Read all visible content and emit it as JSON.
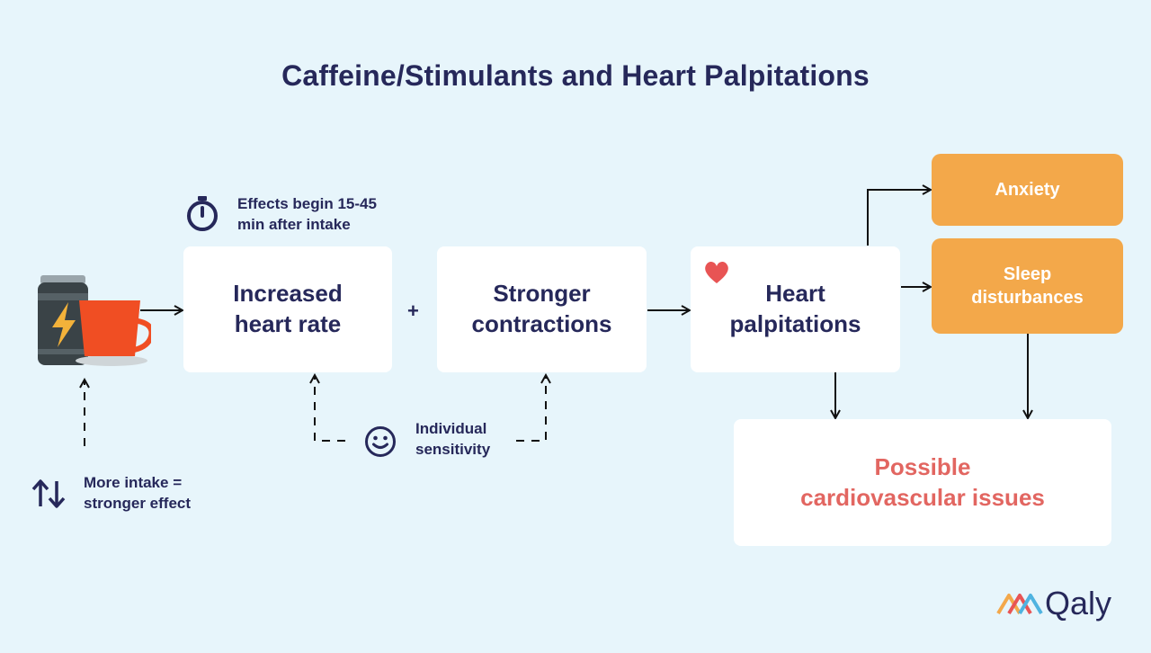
{
  "title": "Caffeine/Stimulants and Heart Palpitations",
  "nodes": {
    "heart_rate": "Increased\nheart rate",
    "contractions": "Stronger\ncontractions",
    "palpitations": "Heart\npalpitations",
    "anxiety": "Anxiety",
    "sleep": "Sleep\ndisturbances",
    "cardio": "Possible\ncardiovascular issues"
  },
  "operator_plus": "+",
  "notes": {
    "timing": "Effects begin 15-45\nmin after intake",
    "sensitivity": "Individual\nsensitivity",
    "intake": "More intake =\nstronger effect"
  },
  "icons": [
    "energy-drink-can-icon",
    "coffee-cup-icon",
    "stopwatch-icon",
    "heart-icon",
    "smiley-face-icon",
    "up-down-arrows-icon",
    "qaly-logo-icon"
  ],
  "brand": {
    "name": "Qaly"
  },
  "colors": {
    "background": "#e7f5fb",
    "box": "#ffffff",
    "orange": "#f3a84a",
    "text": "#26285a",
    "accent_red": "#e26661",
    "cup": "#f04e23"
  }
}
